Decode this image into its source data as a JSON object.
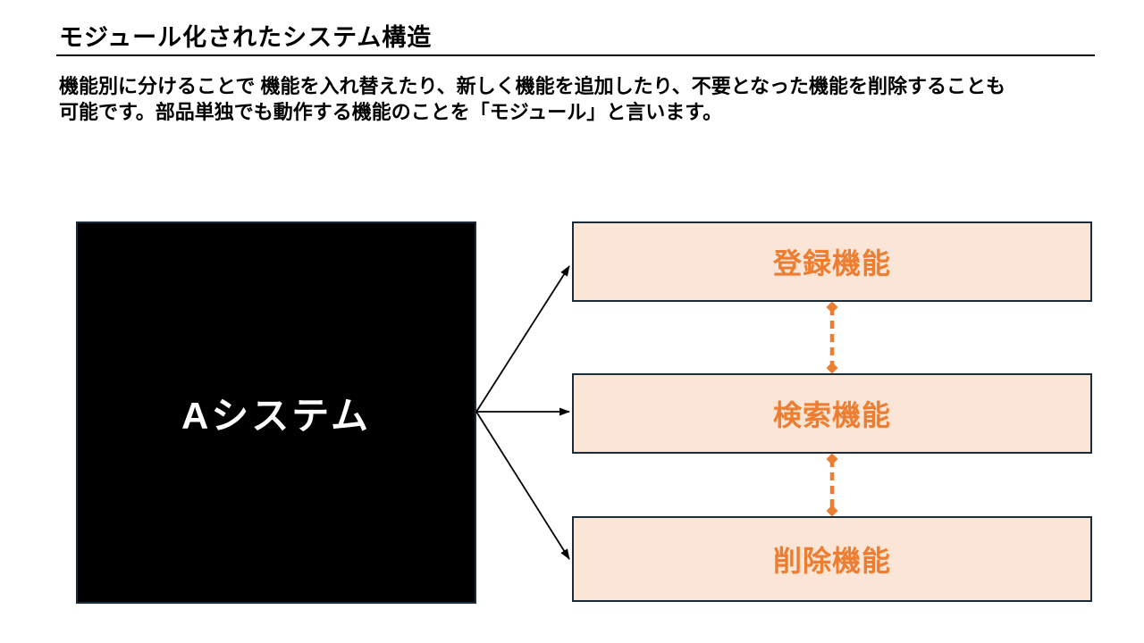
{
  "slide": {
    "title": "モジュール化されたシステム構造",
    "description_lines": [
      "機能別に分けることで 機能を入れ替えたり、新しく機能を追加したり、不要となった機能を削除することも",
      "可能です。部品単独でも動作する機能のことを「モジュール」と言います。"
    ]
  },
  "diagram": {
    "system": {
      "label": "Aシステム"
    },
    "modules": [
      {
        "label": "登録機能"
      },
      {
        "label": "検索機能"
      },
      {
        "label": "削除機能"
      }
    ],
    "colors": {
      "system_fill": "#000000",
      "system_text": "#FFFFFF",
      "module_fill": "#FBE5D6",
      "module_text": "#ED7D31",
      "connector_dashed": "#ED7D31",
      "arrow": "#000000",
      "box_border": "#1A2B3A"
    }
  }
}
